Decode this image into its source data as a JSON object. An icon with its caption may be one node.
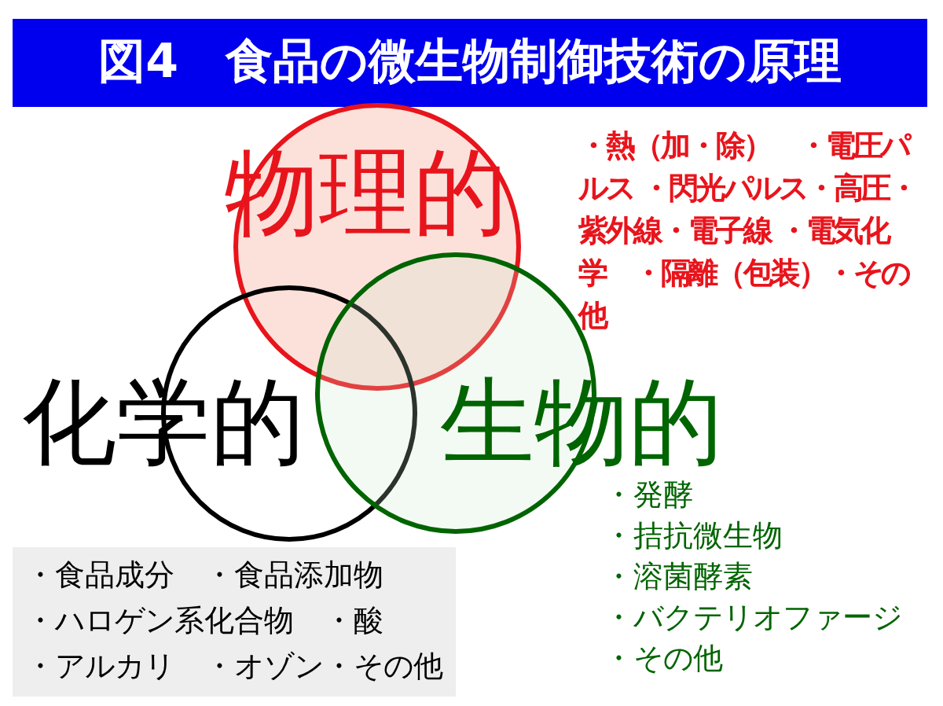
{
  "diagram": {
    "title": "図4　食品の微生物制御技術の原理",
    "nodes": [
      {
        "text": [
          "物理的"
        ]
      },
      {
        "text": [
          "化学的"
        ]
      },
      {
        "text": [
          "生物的"
        ],
        "beside": [
          "・発酵",
          "・拮抗微生物",
          "・溶菌酵素",
          "・バクテリオファージ",
          "・その他"
        ]
      },
      {
        "text": [
          "・食品成分　・食品添加物",
          "・ハロゲン系化合物　・酸",
          "・アルカリ　・オゾン・その他"
        ]
      }
    ],
    "labels": [
      "・熱（加・除）　・電圧パルス ・閃光パルス・高圧・紫外線・電子線 ・電気化学　・隔離（包装）・その他"
    ]
  }
}
